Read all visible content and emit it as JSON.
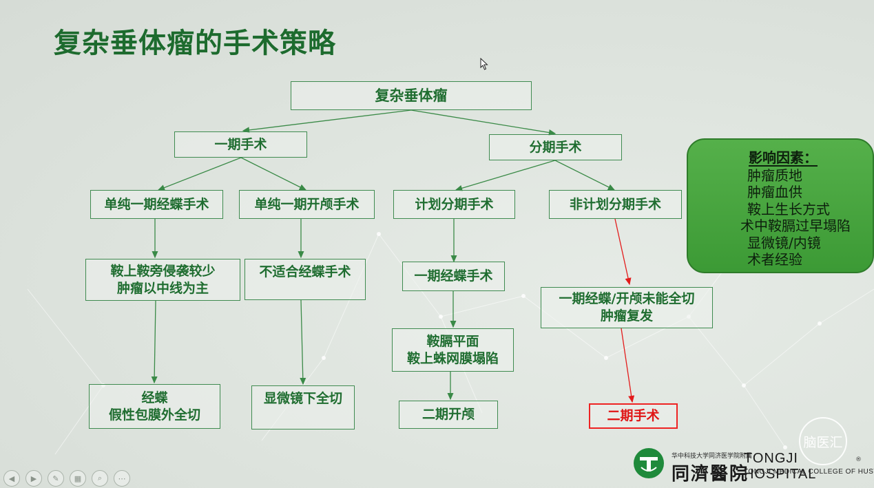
{
  "slide": {
    "title": "复杂垂体瘤的手术策略"
  },
  "diagram": {
    "root": "复杂垂体瘤",
    "left_branch": "一期手术",
    "right_branch": "分期手术",
    "l1": "单纯一期经蝶手术",
    "l2": "单纯一期开颅手术",
    "r1": "计划分期手术",
    "r2": "非计划分期手术",
    "l1_a": [
      "鞍上鞍旁侵袭较少",
      "肿瘤以中线为主"
    ],
    "l2_a": "不适合经蝶手术",
    "r1_a": "一期经蝶手术",
    "r1_b": [
      "鞍膈平面",
      "鞍上蛛网膜塌陷"
    ],
    "r2_a": [
      "一期经蝶/开颅未能全切",
      "肿瘤复发"
    ],
    "l1_b": [
      "经蝶",
      "假性包膜外全切"
    ],
    "l2_b": "显微镜下全切",
    "r1_c": "二期开颅",
    "r2_b": "二期手术"
  },
  "factors": {
    "heading": "影响因素：",
    "items": [
      "肿瘤质地",
      "肿瘤血供",
      "鞍上生长方式",
      "术中鞍膈过早塌陷",
      "显微镜/内镜",
      "术者经验"
    ]
  },
  "hospital": {
    "cn_small": "华中科技大学同济医学院附属",
    "cn_name": "同濟醫院",
    "en_name": "TONGJI HOSPITAL",
    "en_sub": "TONGJI MEDICAL COLLEGE OF HUST",
    "reg_mark": "®"
  },
  "watermark": "脑医汇",
  "toolbar": [
    "prev-icon",
    "next-icon",
    "pen-icon",
    "slides-icon",
    "zoom-icon",
    "more-icon"
  ],
  "colors": {
    "title": "#1d6b2e",
    "box_text": "#1f6d30",
    "box_border": "#3e8a4f",
    "arrow_green": "#3a8a47",
    "arrow_red": "#e31b1b",
    "factors_bg": "#47a63f"
  }
}
